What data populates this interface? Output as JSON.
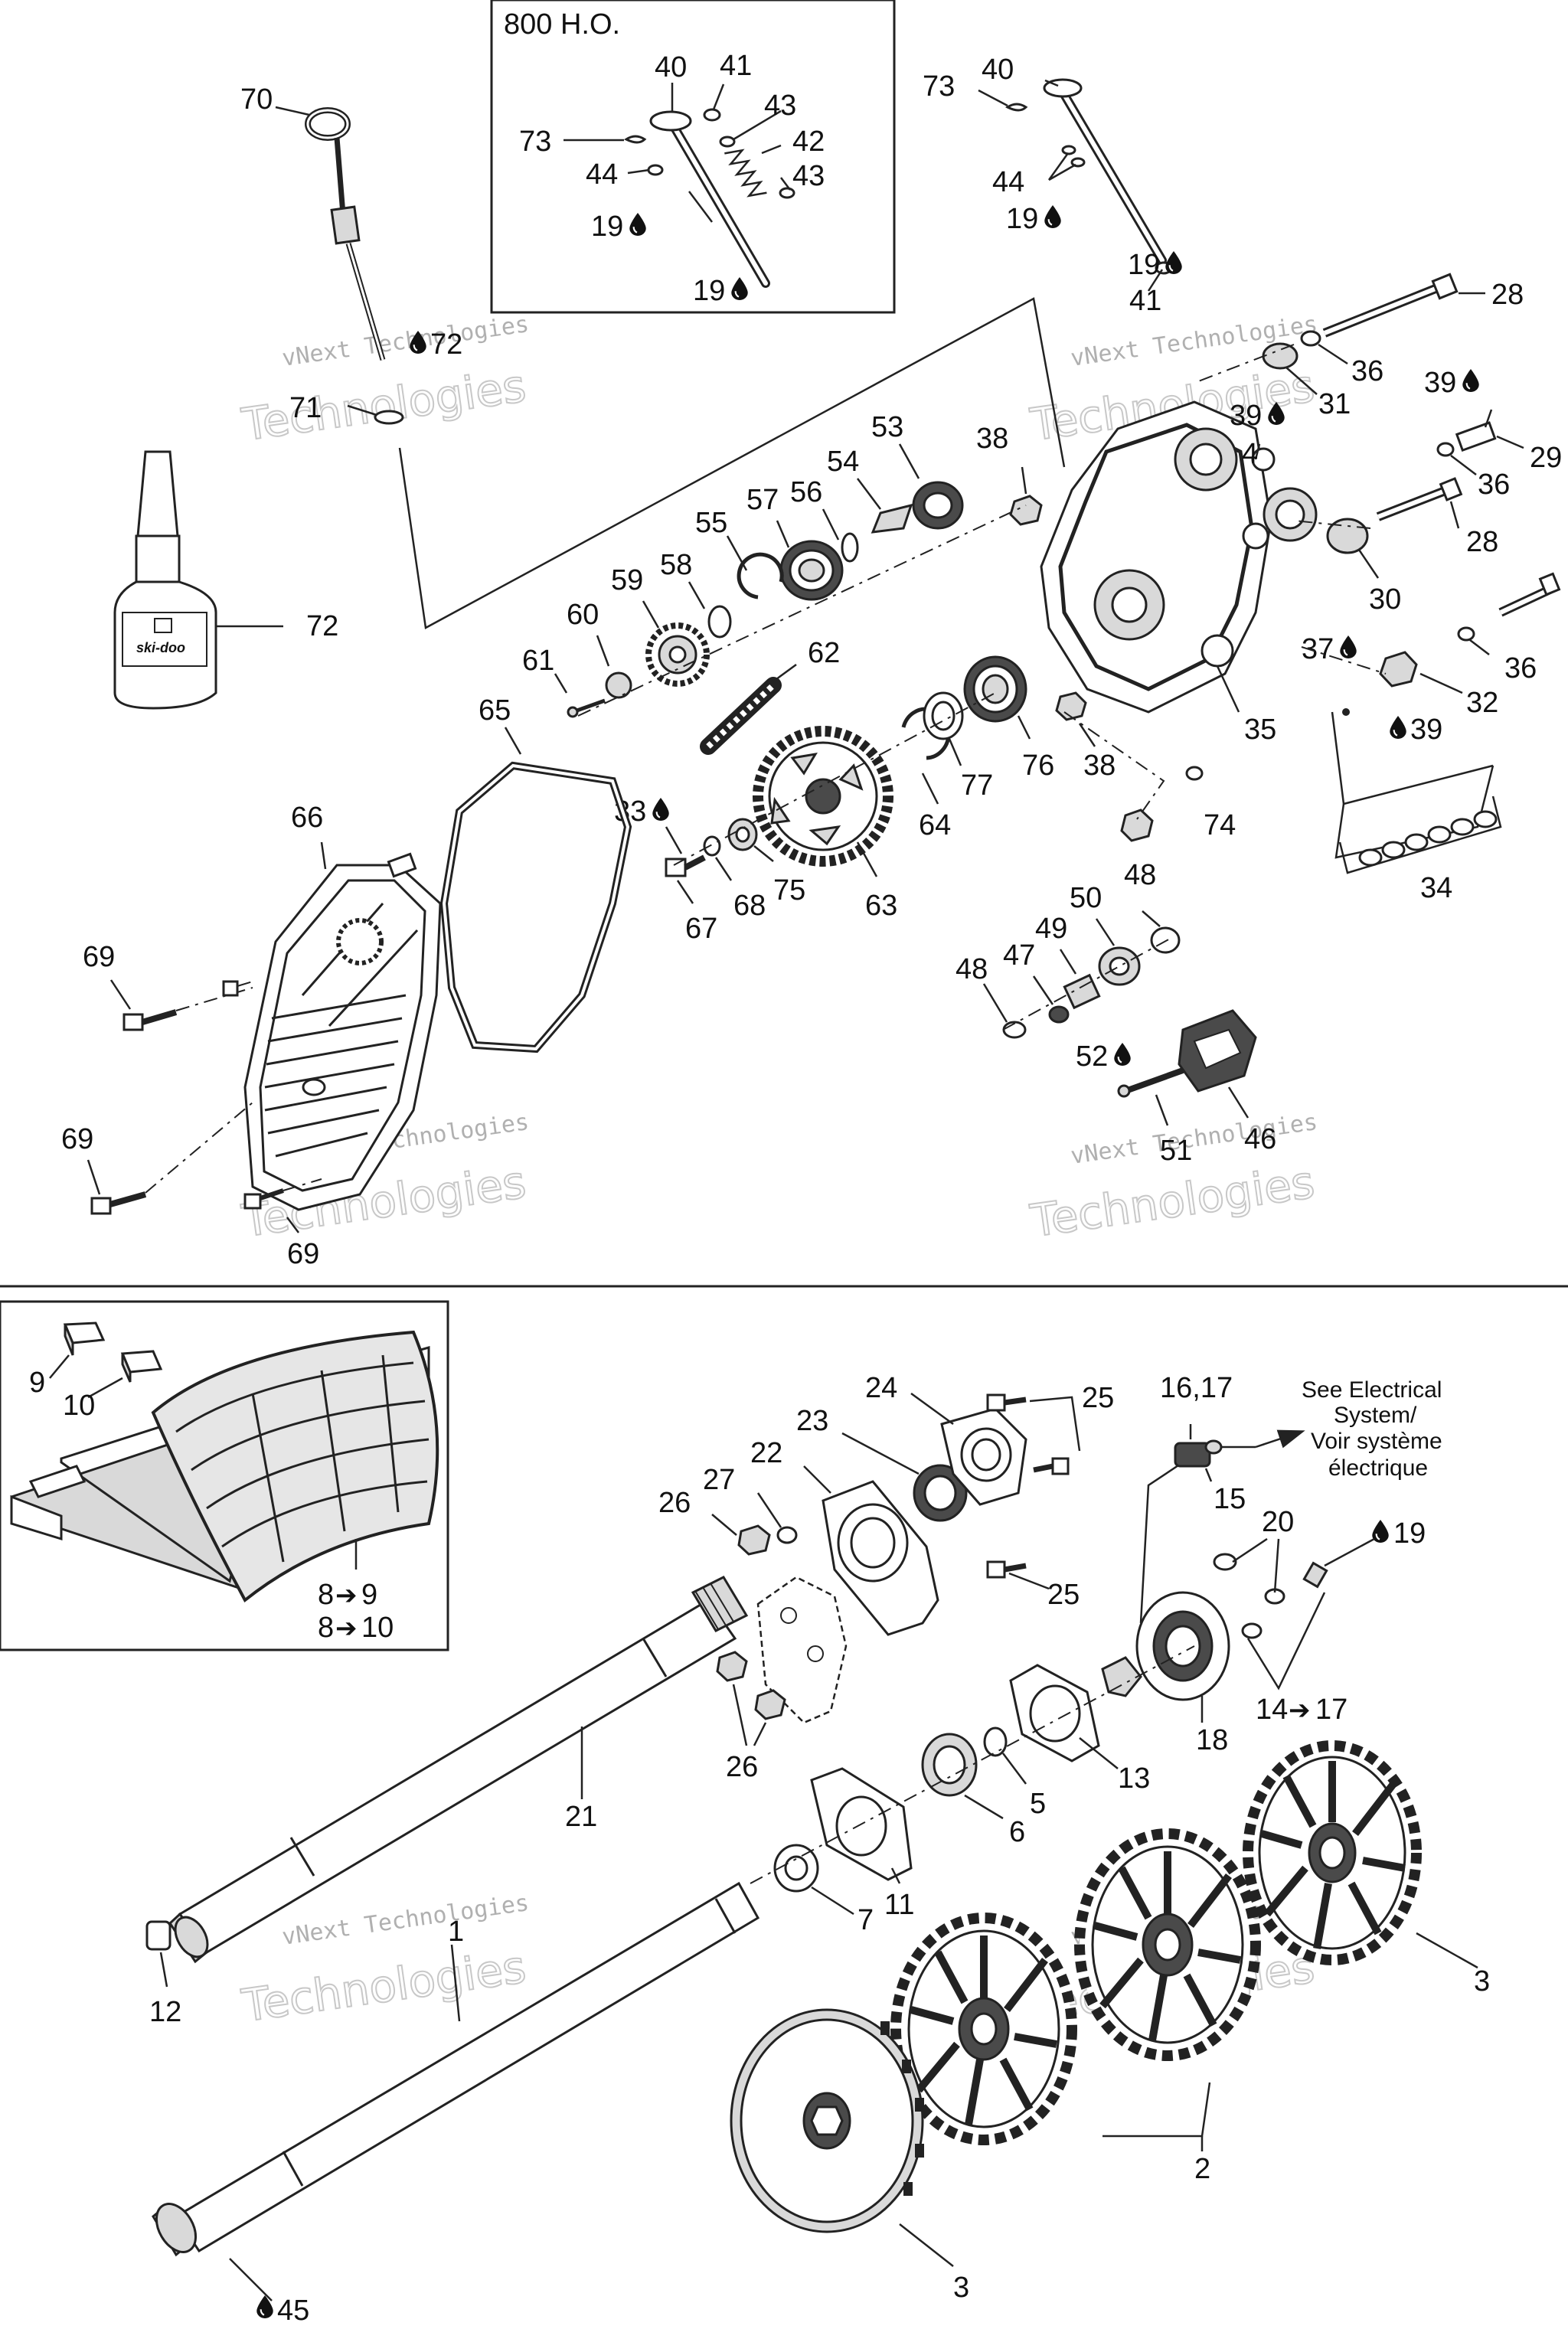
{
  "boxes": {
    "variant_title": "800 H.O."
  },
  "electrical_note": {
    "line1": "See Electrical",
    "line2": "System/",
    "line3": "Voir système",
    "line4": "électrique"
  },
  "watermark": {
    "line1": "vNext Technologies",
    "line2": "Technologies"
  },
  "bottle_brand": "ski-doo",
  "icons": {
    "lubricant": "drop-icon",
    "arrow": "arrow-right-icon"
  },
  "callouts": {
    "c1": "1",
    "c2": "2",
    "c3a": "3",
    "c3b": "3",
    "c4": "4",
    "c5": "5",
    "c6": "6",
    "c7": "7",
    "c8_9_a": "8",
    "c8_9_b": "9",
    "c8_10_a": "8",
    "c8_10_b": "10",
    "c9": "9",
    "c10": "10",
    "c11": "11",
    "c12": "12",
    "c13": "13",
    "c14_17_a": "14",
    "c14_17_b": "17",
    "c15": "15",
    "c16_17": "16,17",
    "c18": "18",
    "c19a": "19",
    "c19b": "19",
    "c19c": "19",
    "c19d": "19",
    "c19e": "19",
    "c20": "20",
    "c21": "21",
    "c22": "22",
    "c23": "23",
    "c24": "24",
    "c25a": "25",
    "c25b": "25",
    "c26a": "26",
    "c26b": "26",
    "c27": "27",
    "c28a": "28",
    "c28b": "28",
    "c29": "29",
    "c30": "30",
    "c31": "31",
    "c32": "32",
    "c33": "33",
    "c34": "34",
    "c35": "35",
    "c36a": "36",
    "c36b": "36",
    "c36c": "36",
    "c37": "37",
    "c38a": "38",
    "c38b": "38",
    "c39a": "39",
    "c39b": "39",
    "c39c": "39",
    "c40a": "40",
    "c40b": "40",
    "c41a": "41",
    "c41b": "41",
    "c42": "42",
    "c43a": "43",
    "c43b": "43",
    "c44a": "44",
    "c44b": "44",
    "c45": "45",
    "c46": "46",
    "c47": "47",
    "c48a": "48",
    "c48b": "48",
    "c49": "49",
    "c50": "50",
    "c51": "51",
    "c52": "52",
    "c53": "53",
    "c54": "54",
    "c55": "55",
    "c56": "56",
    "c57": "57",
    "c58": "58",
    "c59": "59",
    "c60": "60",
    "c61": "61",
    "c62": "62",
    "c63": "63",
    "c64": "64",
    "c65": "65",
    "c66": "66",
    "c67": "67",
    "c68": "68",
    "c69a": "69",
    "c69b": "69",
    "c69c": "69",
    "c70": "70",
    "c71": "71",
    "c72a": "72",
    "c72b": "72",
    "c73a": "73",
    "c73b": "73",
    "c74": "74",
    "c75": "75",
    "c76": "76",
    "c77": "77"
  }
}
